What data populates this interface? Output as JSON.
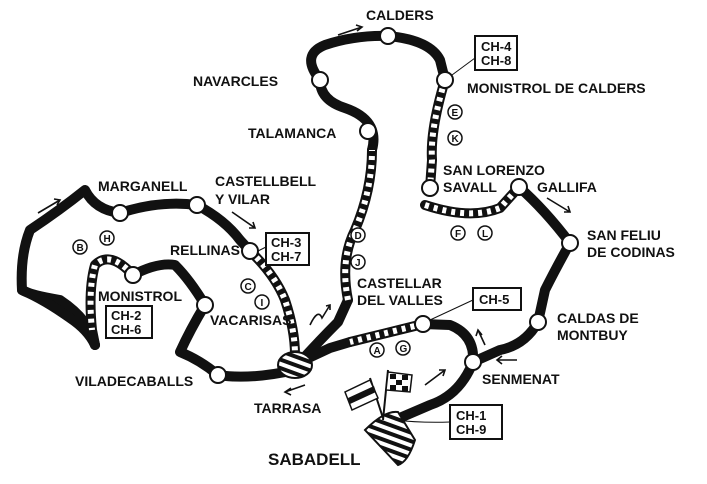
{
  "towns": [
    {
      "id": "calders",
      "label": "CALDERS"
    },
    {
      "id": "navarcles",
      "label": "NAVARCLES"
    },
    {
      "id": "monistrol-de-calders",
      "label": "MONISTROL DE CALDERS"
    },
    {
      "id": "talamanca",
      "label": "TALAMANCA"
    },
    {
      "id": "san-lorenzo-savall",
      "line1": "SAN LORENZO",
      "line2": "SAVALL"
    },
    {
      "id": "gallifa",
      "label": "GALLIFA"
    },
    {
      "id": "san-feliu",
      "line1": "SAN FELIU",
      "line2": "DE CODINAS"
    },
    {
      "id": "caldas",
      "line1": "CALDAS DE",
      "line2": "MONTBUY"
    },
    {
      "id": "senmenat",
      "label": "SENMENAT"
    },
    {
      "id": "castellar",
      "line1": "CASTELLAR",
      "line2": "DEL VALLES"
    },
    {
      "id": "tarrasa",
      "label": "TARRASA"
    },
    {
      "id": "sabadell",
      "label": "SABADELL"
    },
    {
      "id": "viladecaballs",
      "label": "VILADECABALLS"
    },
    {
      "id": "vacarisas",
      "label": "VACARISAS"
    },
    {
      "id": "monistrol",
      "label": "MONISTROL"
    },
    {
      "id": "marganell",
      "label": "MARGANELL"
    },
    {
      "id": "castellbell",
      "line1": "CASTELLBELL",
      "line2": "Y VILAR"
    },
    {
      "id": "rellinas",
      "label": "RELLINAS"
    }
  ],
  "controls": [
    {
      "a": "CH-4",
      "b": "CH-8"
    },
    {
      "a": "CH-3",
      "b": "CH-7"
    },
    {
      "a": "CH-2",
      "b": "CH-6"
    },
    {
      "a": "CH-5"
    },
    {
      "a": "CH-1",
      "b": "CH-9"
    }
  ],
  "stages": [
    "A",
    "B",
    "C",
    "D",
    "E",
    "F",
    "G",
    "H",
    "I",
    "J",
    "K",
    "L"
  ]
}
